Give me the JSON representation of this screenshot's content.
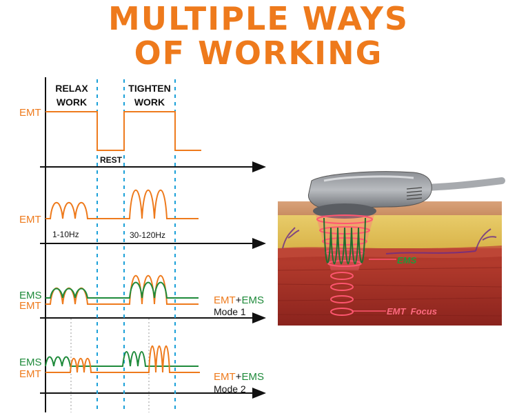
{
  "title": {
    "line1": "MULTIPLE WAYS",
    "line2": "OF WORKING"
  },
  "colors": {
    "orange": "#ee7a1c",
    "green": "#1e8a3a",
    "blue": "#1aa0d8",
    "black": "#111111"
  },
  "panel1": {
    "signal_label": "EMT",
    "relax": [
      "RELAX",
      "WORK"
    ],
    "tighten": [
      "TIGHTEN",
      "WORK"
    ],
    "rest": "REST"
  },
  "panel2": {
    "signal_label": "EMT",
    "freq_low": "1-10Hz",
    "freq_high": "30-120Hz"
  },
  "panel3": {
    "ems_label": "EMS",
    "emt_label": "EMT",
    "combo_emt": "EMT",
    "combo_plus": "+",
    "combo_ems": "EMS",
    "mode": "Mode 1"
  },
  "panel4": {
    "ems_label": "EMS",
    "emt_label": "EMT",
    "combo_emt": "EMT",
    "combo_plus": "+",
    "combo_ems": "EMS",
    "mode": "Mode 2"
  },
  "illustration": {
    "ems_label": "EMS",
    "focus_label": "EMT  Focus"
  }
}
